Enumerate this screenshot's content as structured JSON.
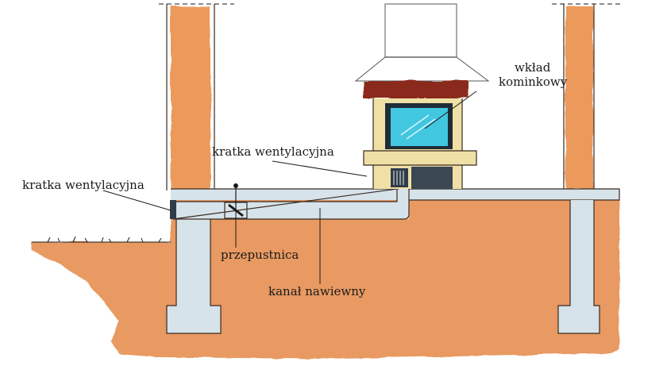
{
  "labels": {
    "fireplace_insert": [
      "wkład",
      "kominkowy"
    ],
    "vent_grille_left": "kratka wentylacyjna",
    "vent_grille_fireplace": "kratka wentylacyjna",
    "damper": "przepustnica",
    "supply_duct": "kanał nawiewny"
  },
  "colors": {
    "soil": "#e89a62",
    "wall": "#ec9a5c",
    "concrete": "#d7e3ea",
    "mantel": "#8a2a1e",
    "frame": "#efe0a6",
    "glass": "#42c7e0",
    "grille": "#2f3d49"
  }
}
